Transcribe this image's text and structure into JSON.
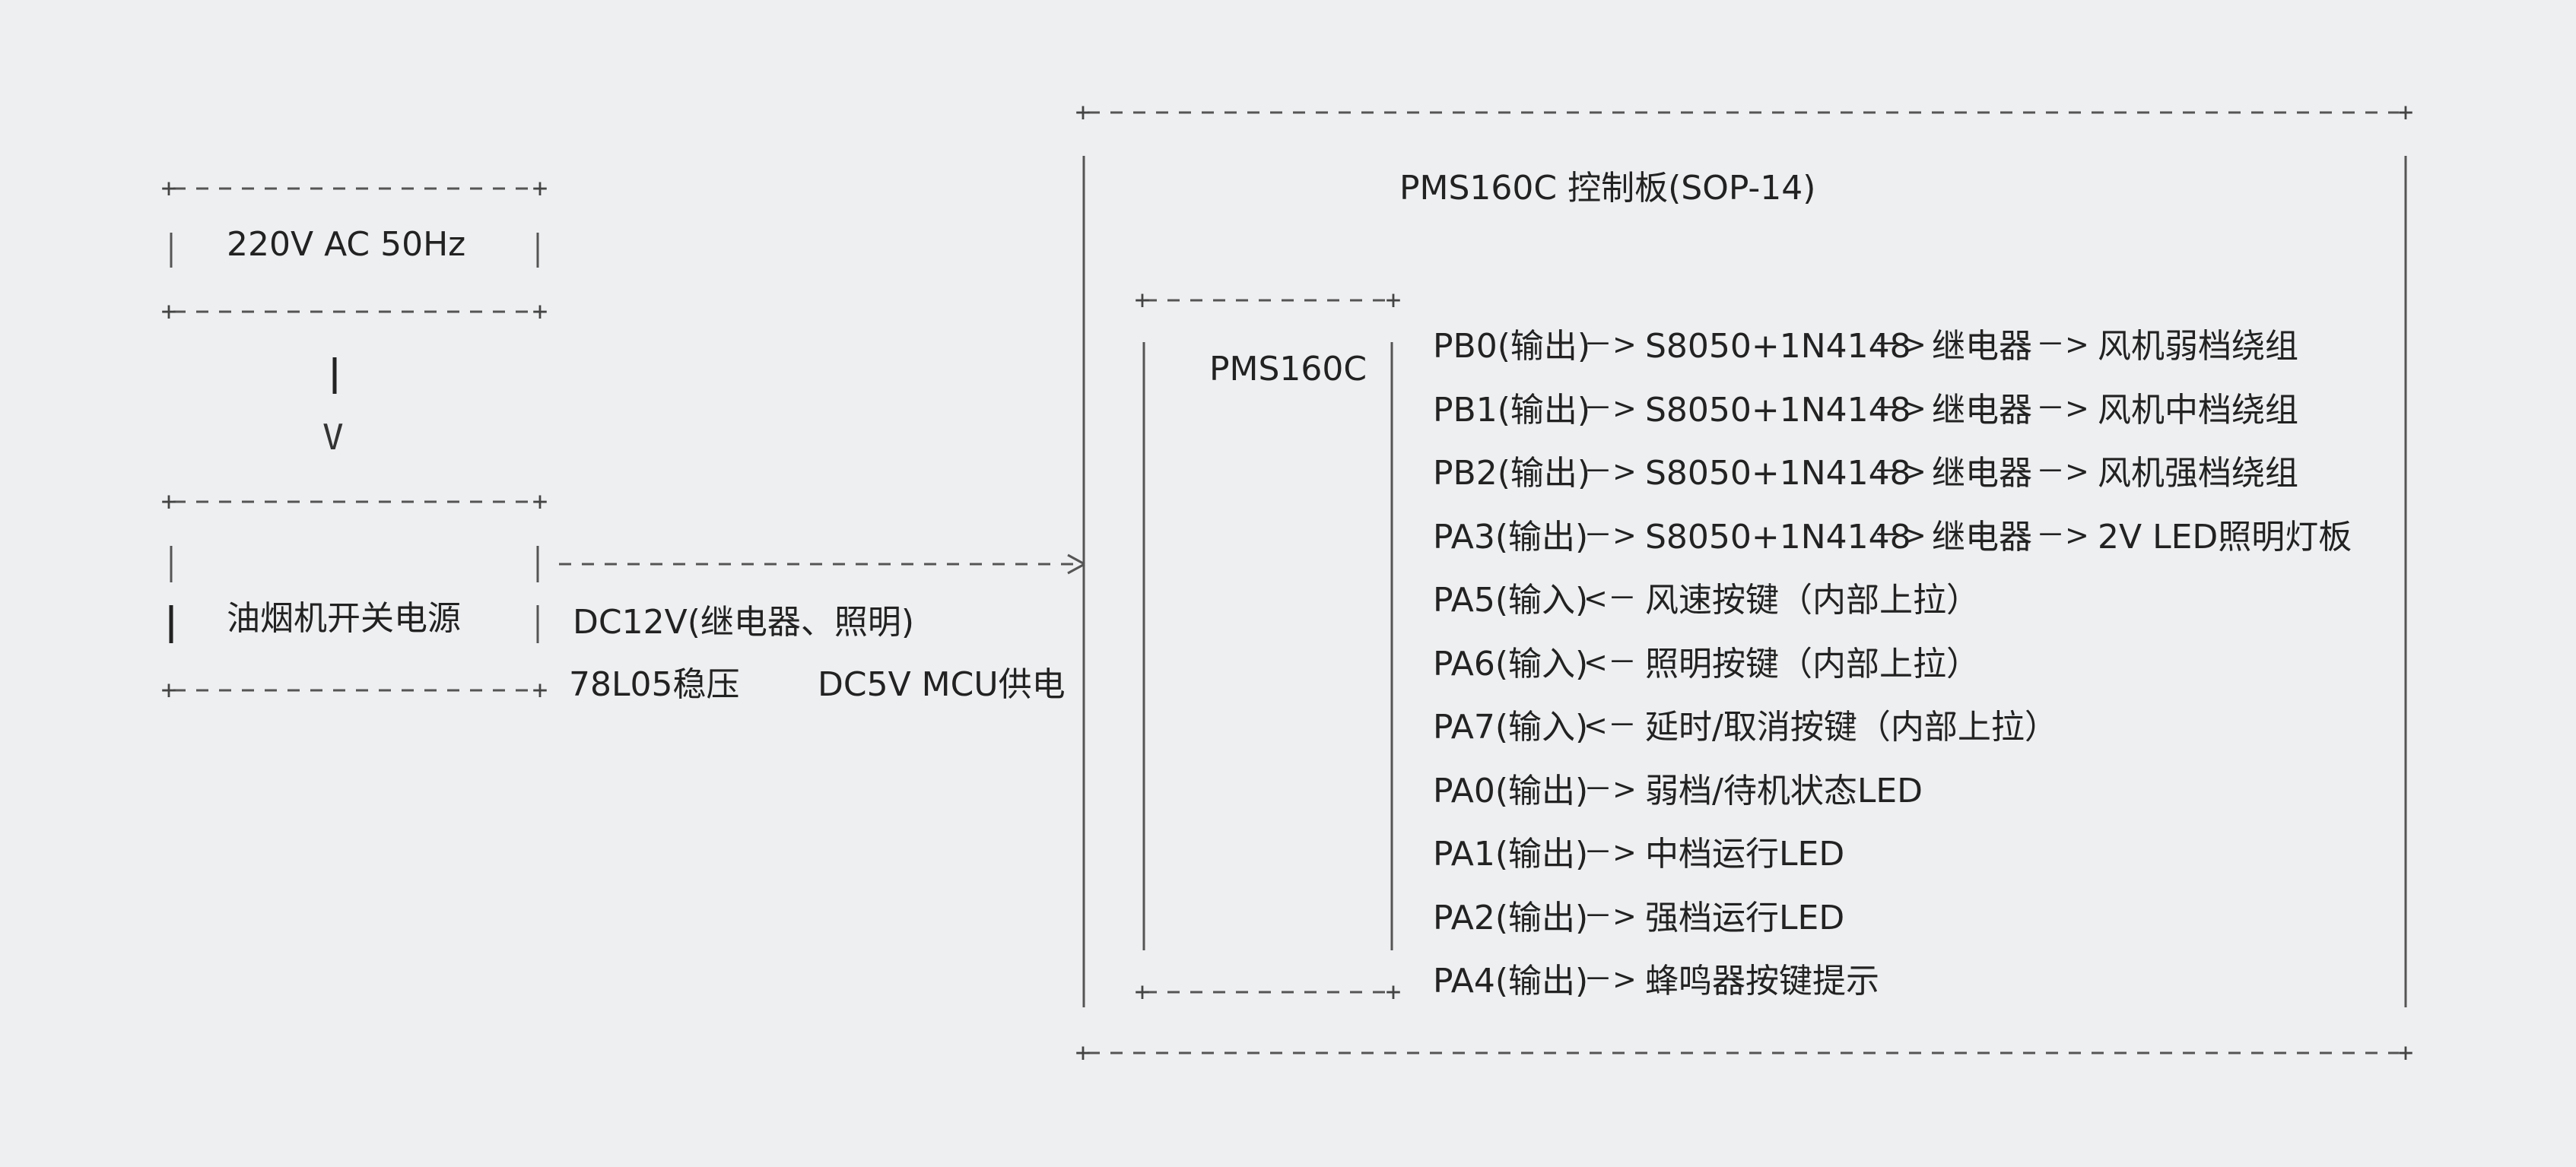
{
  "power_source": {
    "label": "220V AC 50Hz"
  },
  "down_arrow": {
    "glyph": "V"
  },
  "psu": {
    "label": "油烟机开关电源"
  },
  "psu_outputs": {
    "dc12": "DC12V(继电器、照明)",
    "regulator": "78L05稳压",
    "dc5": "DC5V MCU供电"
  },
  "board": {
    "title": "PMS160C 控制板(SOP-14)",
    "chip_label": "PMS160C"
  },
  "pins": [
    {
      "pin": "PB0(输出)",
      "arrow": "－>",
      "chain": [
        {
          "text": "S8050+1N4148"
        },
        {
          "arrow": "－>",
          "text": "继电器"
        },
        {
          "arrow": "－>",
          "text": "风机弱档绕组"
        }
      ]
    },
    {
      "pin": "PB1(输出)",
      "arrow": "－>",
      "chain": [
        {
          "text": "S8050+1N4148"
        },
        {
          "arrow": "－>",
          "text": "继电器"
        },
        {
          "arrow": "－>",
          "text": "风机中档绕组"
        }
      ]
    },
    {
      "pin": "PB2(输出)",
      "arrow": "－>",
      "chain": [
        {
          "text": "S8050+1N4148"
        },
        {
          "arrow": "－>",
          "text": "继电器"
        },
        {
          "arrow": "－>",
          "text": "风机强档绕组"
        }
      ]
    },
    {
      "pin": "PA3(输出)",
      "arrow": "－>",
      "chain": [
        {
          "text": "S8050+1N4148"
        },
        {
          "arrow": "－>",
          "text": "继电器"
        },
        {
          "arrow": "－>",
          "text": "2V LED照明灯板"
        }
      ]
    },
    {
      "pin": "PA5(输入)",
      "arrow": "<－",
      "chain": [
        {
          "text": "风速按键（内部上拉）"
        }
      ]
    },
    {
      "pin": "PA6(输入)",
      "arrow": "<－",
      "chain": [
        {
          "text": "照明按键（内部上拉）"
        }
      ]
    },
    {
      "pin": "PA7(输入)",
      "arrow": "<－",
      "chain": [
        {
          "text": "延时/取消按键（内部上拉）"
        }
      ]
    },
    {
      "pin": "PA0(输出)",
      "arrow": "－>",
      "chain": [
        {
          "text": "弱档/待机状态LED"
        }
      ]
    },
    {
      "pin": "PA1(输出)",
      "arrow": "－>",
      "chain": [
        {
          "text": "中档运行LED"
        }
      ]
    },
    {
      "pin": "PA2(输出)",
      "arrow": "－>",
      "chain": [
        {
          "text": "强档运行LED"
        }
      ]
    },
    {
      "pin": "PA4(输出)",
      "arrow": "－>",
      "chain": [
        {
          "text": "蜂鸣器按键提示"
        }
      ]
    }
  ],
  "colors": {
    "background": "#eeeff1",
    "text": "#222222",
    "line": "#555555"
  }
}
